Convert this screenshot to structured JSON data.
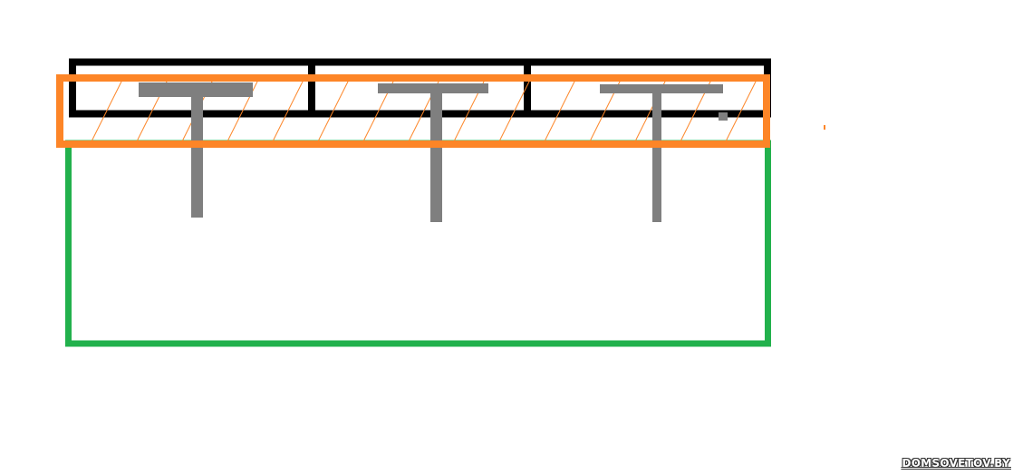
{
  "watermark": "DOMSOVETOV.BY",
  "colors": {
    "frame": "#000000",
    "insulation": "#fd8527",
    "foundation": "#22b14c",
    "beam": "#7f7f7f"
  },
  "icons": [
    "t-beam",
    "hatch-pattern"
  ]
}
